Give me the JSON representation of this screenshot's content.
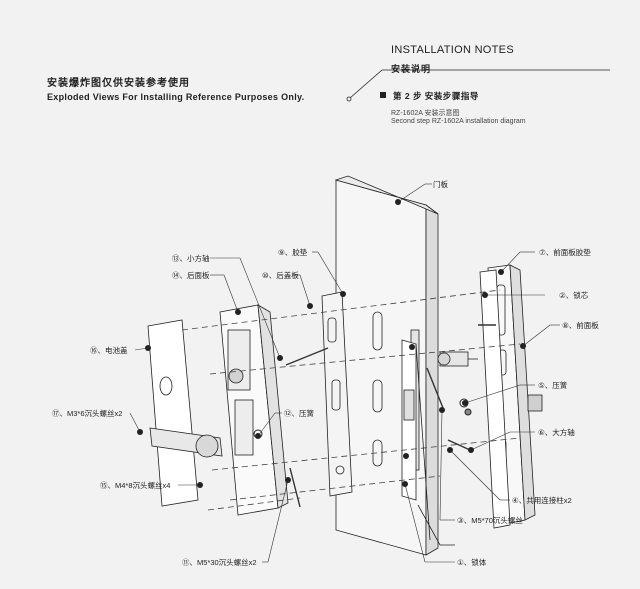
{
  "header": {
    "cn_title": "安装爆炸图仅供安装参考使用",
    "en_title": "Exploded Views For  Installing  Reference  Purposes Only.",
    "notes_title": "INSTALLATION NOTES",
    "notes_subtitle": "安装说明",
    "step_title": "第 2 步  安装步骤指导",
    "desc_cn": "RZ-1602A 安装示意图",
    "desc_en": "Second step RZ-1602A installation diagram"
  },
  "parts": {
    "door": "门板",
    "front_gasket": "⑦、前面板胶垫",
    "lock_core": "②、锁芯",
    "front_panel": "⑧、前面板",
    "spring_right": "⑤、压簧",
    "big_shaft": "⑥、大方轴",
    "common_post": "④、共用连接柱x2",
    "m5x70": "③、M5*70沉头螺丝",
    "lock_body": "①、锁体",
    "m5x30": "⑪、M5*30沉头螺丝x2",
    "m4x8": "⑮、M4*8沉头螺丝x4",
    "m3x6": "⑰、M3*6沉头螺丝x2",
    "battery_cover": "⑯、电池盖",
    "rear_panel": "⑭、后面板",
    "small_shaft": "⑬、小方轴",
    "gasket": "⑨、胶垫",
    "back_cover": "⑩、后盖板",
    "spring_left": "⑫、压簧"
  }
}
